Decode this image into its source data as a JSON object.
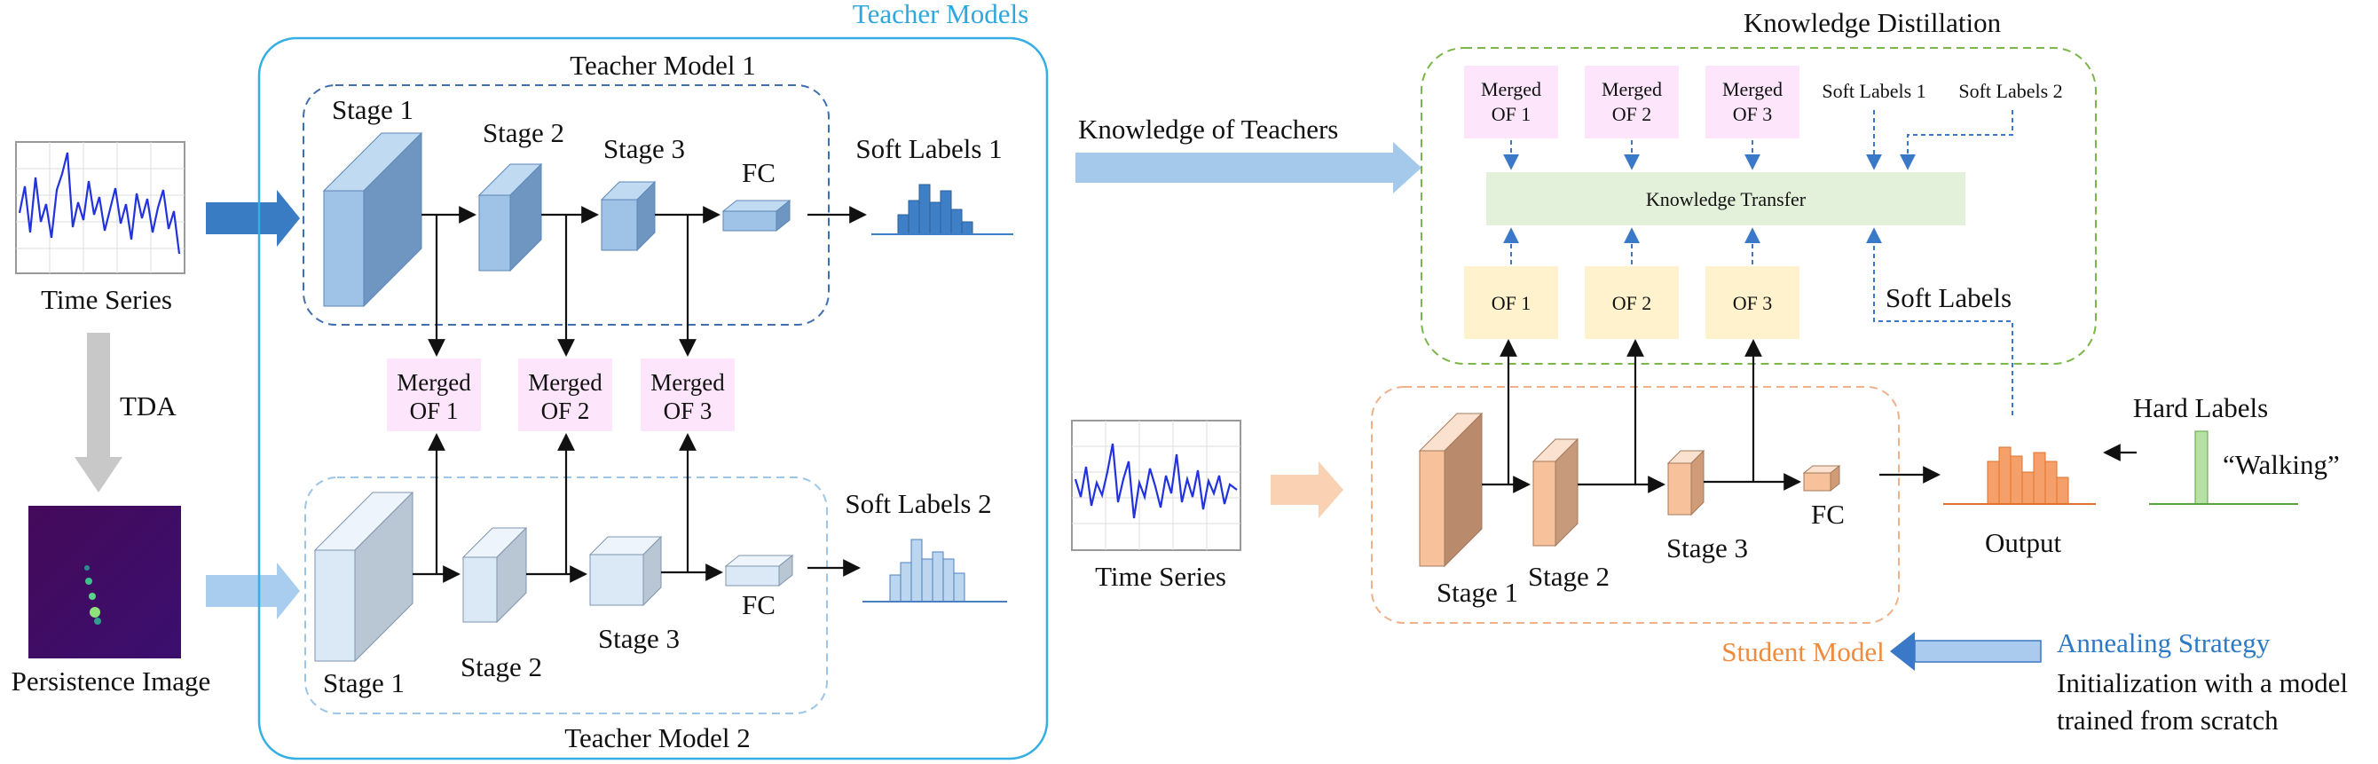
{
  "colors": {
    "teacher_box": "#34aee3",
    "teacher1_dash": "#3f6fae",
    "teacher2_dash": "#9dc5e8",
    "kd_dash": "#7ab648",
    "student_dash": "#f0b088",
    "merged_fill": "#fde6fb",
    "of_fill": "#fff2cc",
    "kt_fill": "#e3f0da",
    "arrow_blue": "#3a78c8",
    "orange_accent": "#f08a3c"
  },
  "headings": {
    "teacher_models": "Teacher Models",
    "teacher_model_1": "Teacher Model 1",
    "teacher_model_2": "Teacher Model 2",
    "knowledge_distillation": "Knowledge Distillation",
    "student_model": "Student Model"
  },
  "left": {
    "time_series": "Time Series",
    "tda": "TDA",
    "persistence_image": "Persistence Image"
  },
  "teacher1": {
    "stages": [
      "Stage 1",
      "Stage 2",
      "Stage 3"
    ],
    "fc": "FC",
    "soft_labels": "Soft Labels 1"
  },
  "teacher2": {
    "stages": [
      "Stage 1",
      "Stage 2",
      "Stage 3"
    ],
    "fc": "FC",
    "soft_labels": "Soft Labels 2"
  },
  "merged": [
    {
      "line1": "Merged",
      "line2": "OF 1"
    },
    {
      "line1": "Merged",
      "line2": "OF 2"
    },
    {
      "line1": "Merged",
      "line2": "OF 3"
    }
  ],
  "knowledge_of_teachers": "Knowledge of Teachers",
  "kd": {
    "merged": [
      {
        "line1": "Merged",
        "line2": "OF 1"
      },
      {
        "line1": "Merged",
        "line2": "OF 2"
      },
      {
        "line1": "Merged",
        "line2": "OF 3"
      }
    ],
    "soft_labels_1": "Soft Labels 1",
    "soft_labels_2": "Soft Labels 2",
    "transfer": "Knowledge Transfer",
    "ofs": [
      "OF 1",
      "OF 2",
      "OF 3"
    ],
    "soft_labels": "Soft Labels"
  },
  "student": {
    "time_series": "Time Series",
    "stages": [
      "Stage 1",
      "Stage 2",
      "Stage 3"
    ],
    "fc": "FC",
    "output": "Output",
    "hard_labels": "Hard Labels",
    "walking": "“Walking”"
  },
  "annealing": {
    "title": "Annealing Strategy",
    "line1": "Initialization with a model",
    "line2": "trained from scratch"
  }
}
